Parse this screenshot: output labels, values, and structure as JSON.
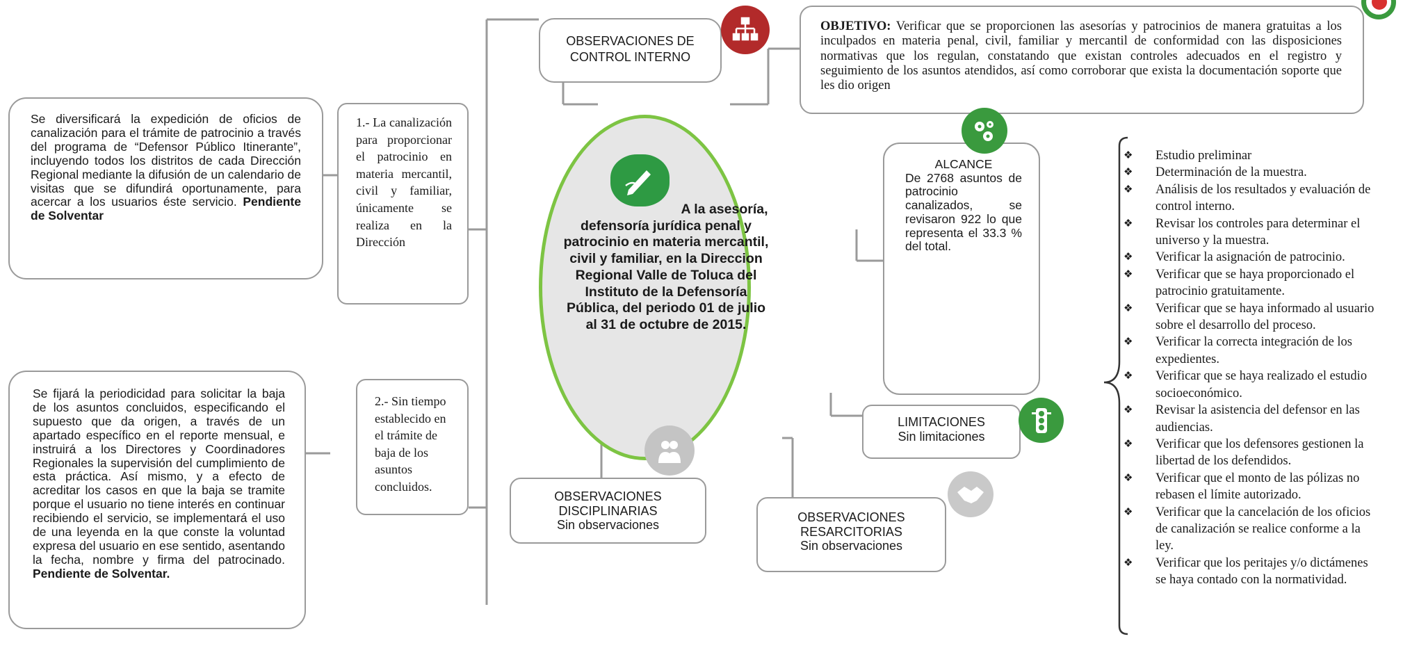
{
  "center": {
    "text": "A la asesoría, defensoría jurídica penal y patrocinio en materia mercantil, civil y familiar, en la Direccion Regional Valle de Toluca del Instituto de la Defensoría Pública, del periodo 01 de julio al 31 de octubre de 2015."
  },
  "control_interno": {
    "title_line1": "OBSERVACIONES DE",
    "title_line2": "CONTROL INTERNO"
  },
  "objetivo": {
    "label": "OBJETIVO:",
    "text": "Verificar que se proporcionen las asesorías y patrocinios de manera gratuitas a los inculpados en materia penal, civil, familiar y mercantil de conformidad con las disposiciones normativas que los regulan, constatando que existan controles adecuados en el registro y seguimiento de los asuntos atendidos, así como corroborar que exista la documentación soporte que les dio origen"
  },
  "alcance": {
    "title": "ALCANCE",
    "text": "De 2768 asuntos de patrocinio canalizados, se revisaron 922 lo que representa el 33.3 % del total."
  },
  "limitaciones": {
    "title": "LIMITACIONES",
    "text": "Sin limitaciones"
  },
  "disciplinarias": {
    "title_line1": "OBSERVACIONES",
    "title_line2": "DISCIPLINARIAS",
    "text": "Sin observaciones"
  },
  "resarcitorias": {
    "title_line1": "OBSERVACIONES",
    "title_line2": "RESARCITORIAS",
    "text": "Sin observaciones"
  },
  "obs1": {
    "text": "1.- La canalización para proporcionar el patrocinio en materia mercantil, civil y familiar, únicamente se realiza en la Dirección"
  },
  "obs2": {
    "text": "2.- Sin tiempo establecido en el trámite de baja de los asuntos concluidos."
  },
  "rec1": {
    "text": "Se diversificará la expedición de oficios de canalización para el trámite de patrocinio a través del programa de “Defensor Público Itinerante”, incluyendo todos los distritos de cada Dirección Regional mediante la difusión de un calendario de visitas que se difundirá oportunamente, para acercar a los usuarios éste servicio.",
    "status": "Pendiente de Solventar"
  },
  "rec2": {
    "text": "Se fijará la periodicidad para solicitar la baja de los asuntos concluidos, especificando el supuesto que da origen, a través de un apartado específico en el reporte mensual, e instruirá a los Directores y Coordinadores Regionales la supervisión del cumplimiento de esta práctica. Así mismo, y a efecto de acreditar los casos en que la baja se tramite porque el usuario no tiene interés en continuar recibiendo el servicio, se implementará el uso de una leyenda en la que conste la voluntad expresa del usuario en ese sentido, asentando la fecha, nombre y firma del patrocinado.",
    "status": "Pendiente de Solventar."
  },
  "procedures": [
    "Estudio preliminar",
    "Determinación de la muestra.",
    "Análisis de los resultados y evaluación de control interno.",
    "Revisar los controles para determinar el universo y la muestra.",
    "Verificar la asignación de patrocinio.",
    "Verificar que se haya proporcionado el patrocinio gratuitamente.",
    "Verificar que se haya informado al usuario sobre el desarrollo del proceso.",
    "Verificar la correcta integración de los expedientes.",
    "Verificar que se haya realizado el estudio socioeconómico.",
    "Revisar la asistencia del defensor en las audiencias.",
    "Verificar que los defensores gestionen la libertad de los defendidos.",
    "Verificar que el monto de las pólizas no rebasen el límite autorizado.",
    "Verificar que la cancelación de los oficios de canalización se realice conforme a la ley.",
    "Verificar que los peritajes y/o dictámenes se haya contado con la normatividad."
  ],
  "bullet": "❖",
  "colors": {
    "green": "#3a9a3e",
    "ellipse_border": "#7dc443",
    "red": "#b22a2a",
    "gray_icon": "#bdbdbd",
    "line": "#9a9a9a"
  }
}
